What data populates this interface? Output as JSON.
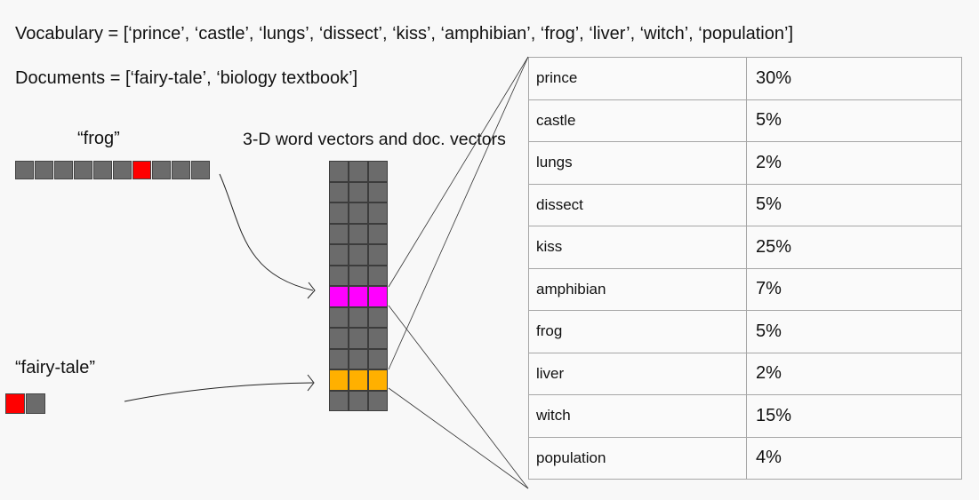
{
  "header": {
    "vocabulary_line": "Vocabulary = [‘prince’, ‘castle’, ‘lungs’, ‘dissect’, ‘kiss’, ‘amphibian’, ‘frog’, ‘liver’, ‘witch’, ‘population’]",
    "documents_line": "Documents = [‘fairy-tale’, ‘biology textbook’]"
  },
  "word_example": {
    "label": "“frog”",
    "cells": 10,
    "hot_index": 6
  },
  "doc_example": {
    "label": "“fairy-tale”",
    "cells": 2,
    "hot_index": 0
  },
  "matrix": {
    "caption": "3-D word vectors and doc. vectors",
    "rows": 12,
    "cols": 3,
    "highlight_word_row": 6,
    "highlight_doc_row": 10
  },
  "colors": {
    "cell": "#6b6b6b",
    "hot": "#ff0000",
    "word_vector": "#ff00ff",
    "doc_vector": "#ffb000"
  },
  "distribution": [
    {
      "word": "prince",
      "pct": "30%"
    },
    {
      "word": "castle",
      "pct": "5%"
    },
    {
      "word": "lungs",
      "pct": "2%"
    },
    {
      "word": "dissect",
      "pct": "5%"
    },
    {
      "word": "kiss",
      "pct": "25%"
    },
    {
      "word": "amphibian",
      "pct": "7%"
    },
    {
      "word": "frog",
      "pct": "5%"
    },
    {
      "word": "liver",
      "pct": "2%"
    },
    {
      "word": "witch",
      "pct": "15%"
    },
    {
      "word": "population",
      "pct": "4%"
    }
  ]
}
